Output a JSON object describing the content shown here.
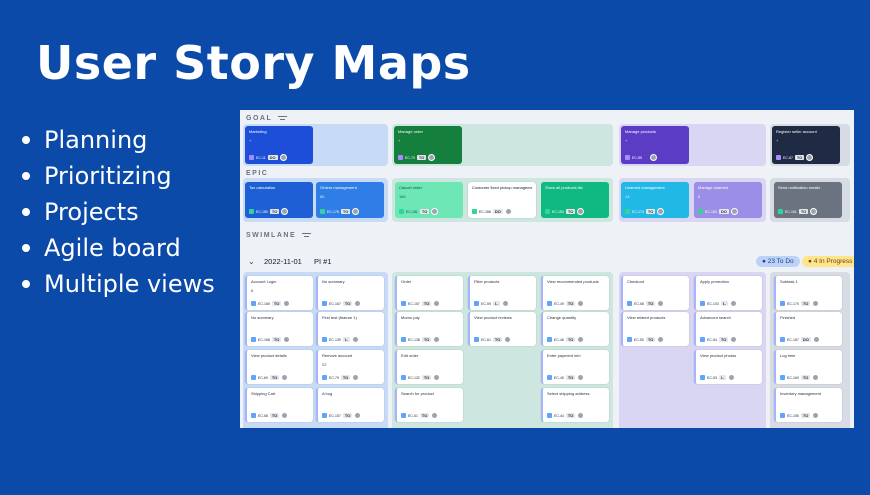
{
  "hero": {
    "title": "User Story Maps"
  },
  "features": [
    "Planning",
    "Prioritizing",
    "Projects",
    "Agile board",
    "Multiple views"
  ],
  "board": {
    "sections": {
      "goal": "GOAL",
      "epic": "EPIC",
      "swimlane": "SWIMLANE"
    },
    "goals": [
      {
        "title": "Marketing",
        "id": "EC-11",
        "status": "DO",
        "color": "#1d4ed8",
        "zone": "#c7dbf7"
      },
      {
        "title": "Manage order",
        "id": "EC-70",
        "status": "TO",
        "color": "#15803d",
        "zone": "#cde6df"
      },
      {
        "title": "Manage products",
        "id": "EC-85",
        "status": "",
        "color": "#5b3cc4",
        "zone": "#d9d6f3"
      },
      {
        "title": "Register seller account",
        "id": "EC-87",
        "status": "TO",
        "color": "#1f2a44",
        "zone": "#d6dbe4"
      }
    ],
    "epics": [
      {
        "title": "Tax calculation",
        "sub": "",
        "id": "EC-180",
        "status": "TO",
        "color": "#1e5fd6",
        "text": "#fff"
      },
      {
        "title": "Orders management",
        "sub": "80",
        "id": "EC-178",
        "status": "TO",
        "color": "#2f7de6",
        "text": "#fff"
      },
      {
        "title": "Cancel order",
        "sub": "180",
        "id": "EC-181",
        "status": "TO",
        "color": "#6ee7b7",
        "text": "#064e3b"
      },
      {
        "title": "Customer fixed pickup management",
        "sub": "",
        "id": "EC-166",
        "status": "DO",
        "color": "#ffffff",
        "text": "#111827"
      },
      {
        "title": "Show all products list",
        "sub": "",
        "id": "EC-153",
        "status": "TO",
        "color": "#10b981",
        "text": "#fff"
      },
      {
        "title": "Unamed management",
        "sub": "13",
        "id": "EC-174",
        "status": "TO",
        "color": "#22b8e6",
        "text": "#fff"
      },
      {
        "title": "Manage unamed",
        "sub": "8",
        "id": "EC-183",
        "status": "DO",
        "color": "#9b8ee6",
        "text": "#fff"
      },
      {
        "title": "Send notification emails",
        "sub": "",
        "id": "EC-161",
        "status": "TO",
        "color": "#6b7280",
        "text": "#fff"
      }
    ],
    "swimlane": {
      "date": "2022-11-01",
      "pi": "PI #1",
      "todo": "23 To Do",
      "in_progress": "4 In Progress"
    },
    "story_columns": [
      [
        {
          "title": "Account Login",
          "sub": "8",
          "id": "EC-165",
          "status": "TO"
        },
        {
          "title": "No summary",
          "sub": "",
          "id": "EC-168",
          "status": "TO"
        },
        {
          "title": "View product details",
          "sub": "",
          "id": "EC-69",
          "status": "TO"
        },
        {
          "title": "Shipping Cart",
          "sub": "",
          "id": "EC-58",
          "status": "TO"
        }
      ],
      [
        {
          "title": "No summary",
          "sub": "",
          "id": "EC-167",
          "status": "TO"
        },
        {
          "title": "First test (feature 1)",
          "sub": "",
          "id": "EC-139",
          "status": "I.."
        },
        {
          "title": "Remove account",
          "sub": "02",
          "id": "EC-79",
          "status": "TO"
        },
        {
          "title": "A bug",
          "sub": "",
          "id": "EC-157",
          "status": "TO"
        }
      ],
      [
        {
          "title": "Order",
          "sub": "",
          "id": "EC-157",
          "status": "TO"
        },
        {
          "title": "Momo pay",
          "sub": "",
          "id": "EC-138",
          "status": "TO"
        },
        {
          "title": "Edit order",
          "sub": "",
          "id": "EC-132",
          "status": "TO"
        },
        {
          "title": "Search for product",
          "sub": "",
          "id": "EC-61",
          "status": "TO"
        }
      ],
      [
        {
          "title": "Filter products",
          "sub": "",
          "id": "EC-59",
          "status": "I.."
        },
        {
          "title": "View product reviews",
          "sub": "",
          "id": "EC-61",
          "status": "TO"
        }
      ],
      [
        {
          "title": "View recommended products",
          "sub": "",
          "id": "EC-49",
          "status": "TO"
        },
        {
          "title": "Change quantity",
          "sub": "",
          "id": "EC-46",
          "status": "TO"
        },
        {
          "title": "Enter payment info",
          "sub": "",
          "id": "EC-45",
          "status": "TO"
        },
        {
          "title": "Select shipping address",
          "sub": "",
          "id": "EC-44",
          "status": "TO"
        }
      ],
      [
        {
          "title": "Checkout",
          "sub": "",
          "id": "EC-58",
          "status": "TO"
        },
        {
          "title": "View related products",
          "sub": "",
          "id": "EC-50",
          "status": "TO"
        }
      ],
      [
        {
          "title": "Apply promotion",
          "sub": "",
          "id": "EC-103",
          "status": "I.."
        },
        {
          "title": "Advanced search",
          "sub": "",
          "id": "EC-54",
          "status": "TO"
        },
        {
          "title": "View product photos",
          "sub": "",
          "id": "EC-53",
          "status": "I.."
        }
      ],
      [
        {
          "title": "Subtask 1",
          "sub": "",
          "id": "EC-170",
          "status": "TO"
        },
        {
          "title": "Finished",
          "sub": "",
          "id": "EC-187",
          "status": "DO"
        },
        {
          "title": "Log time",
          "sub": "",
          "id": "EC-169",
          "status": "TO"
        },
        {
          "title": "Inventory management",
          "sub": "",
          "id": "EC-155",
          "status": "TO"
        }
      ]
    ]
  }
}
